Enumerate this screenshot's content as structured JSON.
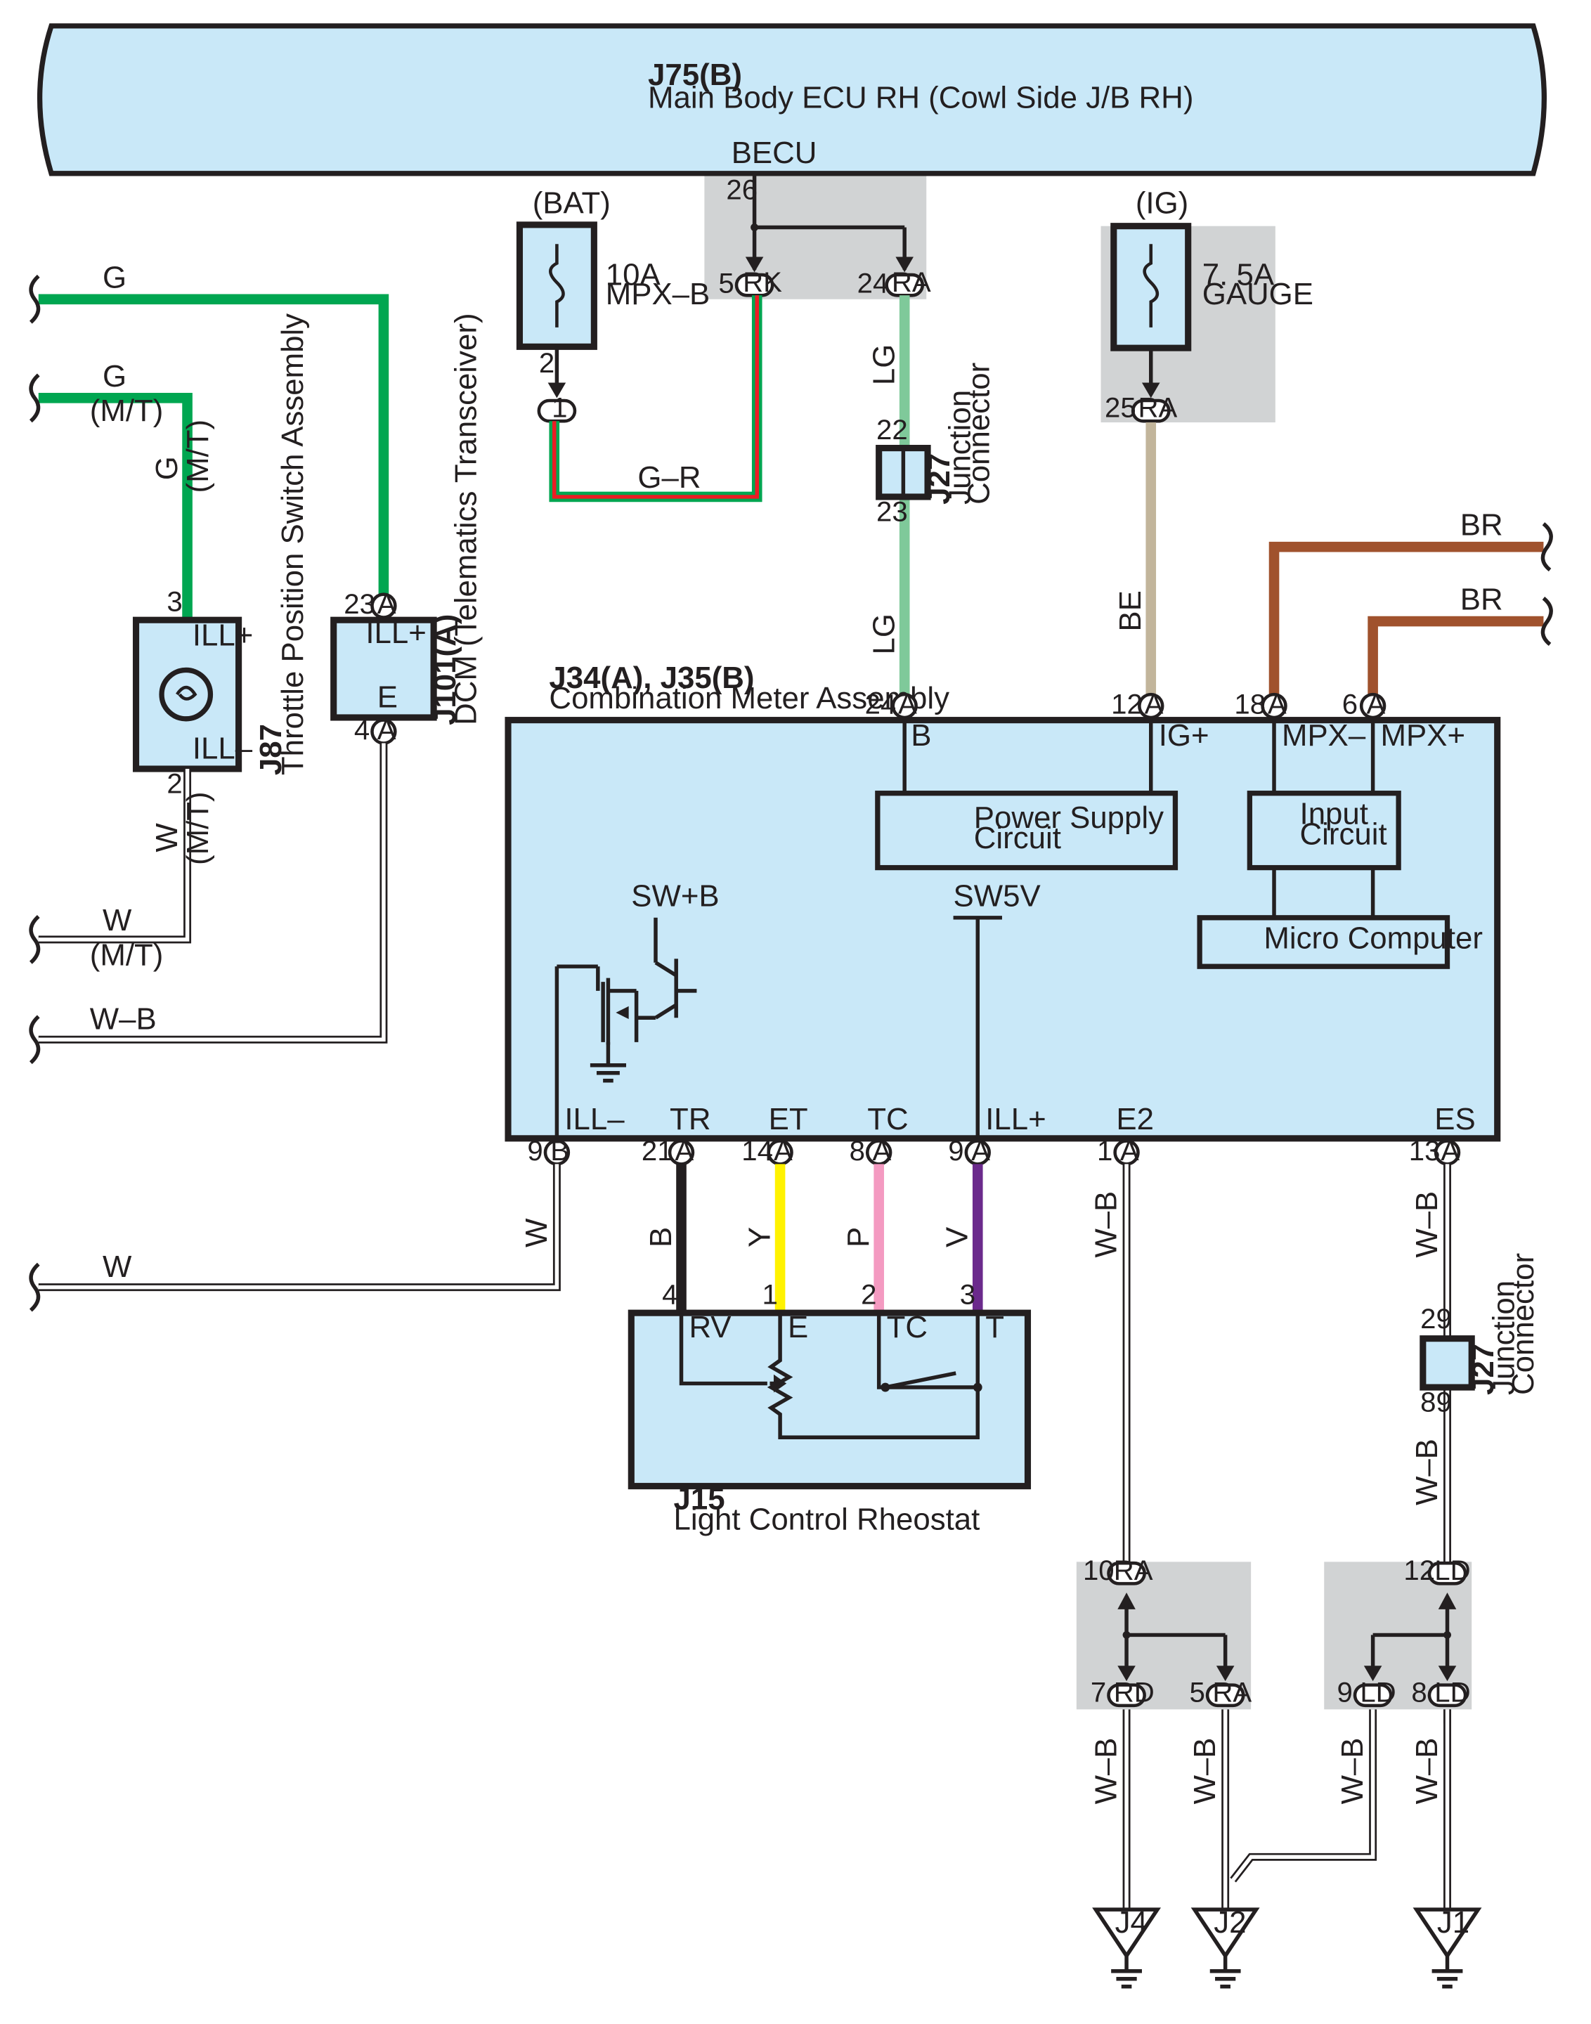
{
  "diagram": {
    "ecu": {
      "id": "J75(B)",
      "name": "Main Body ECU RH (Cowl Side J/B RH)",
      "pin_name": "BECU",
      "pin": "26"
    },
    "fuse_bat": {
      "source": "(BAT)",
      "rating": "10A",
      "name": "MPX–B",
      "pin": "2",
      "connector": "1"
    },
    "fuse_ig": {
      "source": "(IG)",
      "rating": "7. 5A",
      "name": "GAUGE",
      "pin": "25",
      "connector": "RA"
    },
    "ecu_out": [
      {
        "pin": "5",
        "connector": "RK"
      },
      {
        "pin": "24",
        "connector": "RA"
      }
    ],
    "junction_top": {
      "id": "J27",
      "name": "Junction",
      "name2": "Connector",
      "pin_in": "22",
      "pin_out": "23"
    },
    "junction_right": {
      "id": "J27",
      "name": "Junction",
      "name2": "Connector",
      "pin_in": "29",
      "pin_out": "89"
    },
    "throttle": {
      "id": "J87",
      "name": "Throttle Position Switch Assembly",
      "pin_top": "3",
      "pin_bottom": "2",
      "term_top": "ILL+",
      "term_bottom": "ILL–"
    },
    "dcm": {
      "id": "J101(A)",
      "name": "DCM (Telematics Transceiver)",
      "pin_top": "23",
      "pin_bottom": "4",
      "conn": "A",
      "term_top": "ILL+",
      "term_bottom": "E"
    },
    "meter": {
      "id": "J34(A), J35(B)",
      "name": "Combination Meter Assembly",
      "top_pins": [
        {
          "pin": "24",
          "conn": "A",
          "term": "B"
        },
        {
          "pin": "12",
          "conn": "A",
          "term": "IG+"
        },
        {
          "pin": "18",
          "conn": "A",
          "term": "MPX–"
        },
        {
          "pin": "6",
          "conn": "A",
          "term": "MPX+"
        }
      ],
      "bottom_pins": [
        {
          "pin": "9",
          "conn": "B",
          "term": "ILL–"
        },
        {
          "pin": "21",
          "conn": "A",
          "term": "TR"
        },
        {
          "pin": "14",
          "conn": "A",
          "term": "ET"
        },
        {
          "pin": "8",
          "conn": "A",
          "term": "TC"
        },
        {
          "pin": "9",
          "conn": "A",
          "term": "ILL+"
        },
        {
          "pin": "1",
          "conn": "A",
          "term": "E2"
        },
        {
          "pin": "13",
          "conn": "A",
          "term": "ES"
        }
      ],
      "power_supply": "Power Supply",
      "power_supply2": "Circuit",
      "input_circuit": "Input",
      "input_circuit2": "Circuit",
      "micro": "Micro Computer",
      "swb": "SW+B",
      "sw5v": "SW5V"
    },
    "rheostat": {
      "id": "J15",
      "name": "Light Control Rheostat",
      "terms": [
        "RV",
        "E",
        "TC",
        "T"
      ],
      "pins": [
        "4",
        "1",
        "2",
        "3"
      ]
    },
    "wires": {
      "g1": "G",
      "g2": "G",
      "g3": "G",
      "mt": "(M/T)",
      "w1": "W",
      "w2": "W",
      "w3": "W",
      "wb": "W–B",
      "gr": "G–R",
      "lg": "LG",
      "be": "BE",
      "br": "BR",
      "b": "B",
      "y": "Y",
      "p": "P",
      "v": "V"
    },
    "ground_splices": [
      {
        "in_pin": "10",
        "in_conn": "RA",
        "out": [
          {
            "pin": "7",
            "conn": "RD"
          },
          {
            "pin": "5",
            "conn": "RA"
          }
        ]
      },
      {
        "in_pin": "12",
        "in_conn": "LD",
        "out": [
          {
            "pin": "9",
            "conn": "LD"
          },
          {
            "pin": "8",
            "conn": "LD"
          }
        ]
      }
    ],
    "grounds": [
      "J4",
      "J2",
      "J1"
    ],
    "colors": {
      "green": "#00a651",
      "light_green": "#7fc99a",
      "beige": "#c2b59b",
      "brown": "#a0522d",
      "yellow": "#fff200",
      "pink": "#f49ac1",
      "violet": "#6b2a8c",
      "red": "#ed1c24",
      "panel": "#c9e8f8",
      "shade": "#d1d3d4"
    }
  }
}
